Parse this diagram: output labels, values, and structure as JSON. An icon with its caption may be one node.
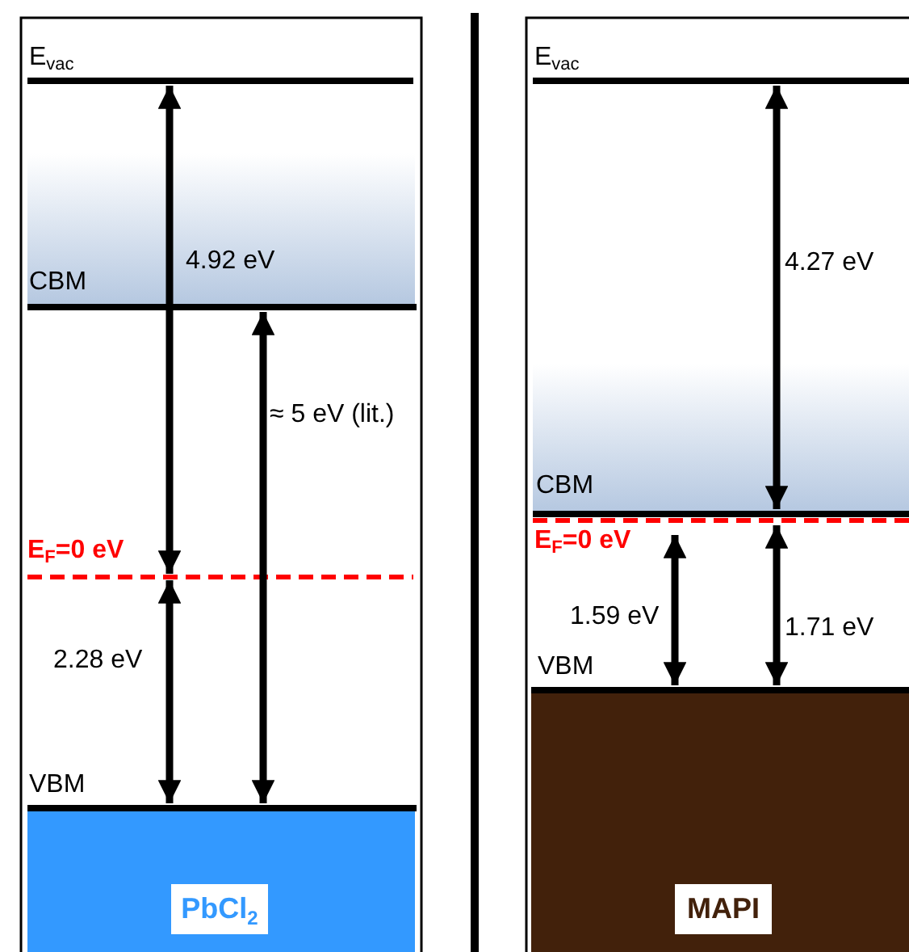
{
  "diagram": {
    "nodes": [
      {
        "text": [
          "PbCl$_{2}$"
        ]
      },
      {
        "text": [
          "MAPI"
        ]
      }
    ],
    "labels": [
      "E$_{vac}$",
      "CBM",
      "4.92 eV",
      "≈ 5 eV (lit.)",
      "E$_{F}$=0 eV",
      "2.28 eV",
      "VBM",
      "E$_{vac}$",
      "4.27 eV",
      "CBM",
      "E$_{F}$=0 eV",
      "1.59 eV",
      "1.71 eV",
      "VBM"
    ]
  }
}
